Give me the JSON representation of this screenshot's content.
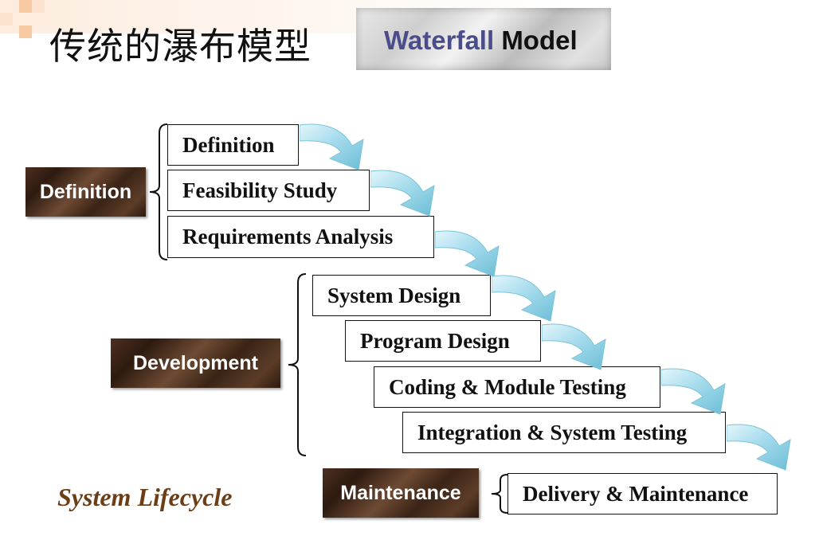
{
  "title": {
    "chinese": "传统的瀑布模型",
    "english_colored": "Waterfall",
    "english_plain": "Model"
  },
  "stages": {
    "definition": "Definition",
    "development": "Development",
    "maintenance": "Maintenance"
  },
  "steps": [
    "Definition",
    "Feasibility Study",
    "Requirements Analysis",
    "System Design",
    "Program Design",
    "Coding & Module Testing",
    "Integration & System Testing",
    "Delivery & Maintenance"
  ],
  "footer": "System Lifecycle",
  "colors": {
    "accent": "#4a4c8c",
    "footer": "#6b3e17",
    "stage_bg": "#3e2416",
    "arrow": "#9fd7e8"
  }
}
